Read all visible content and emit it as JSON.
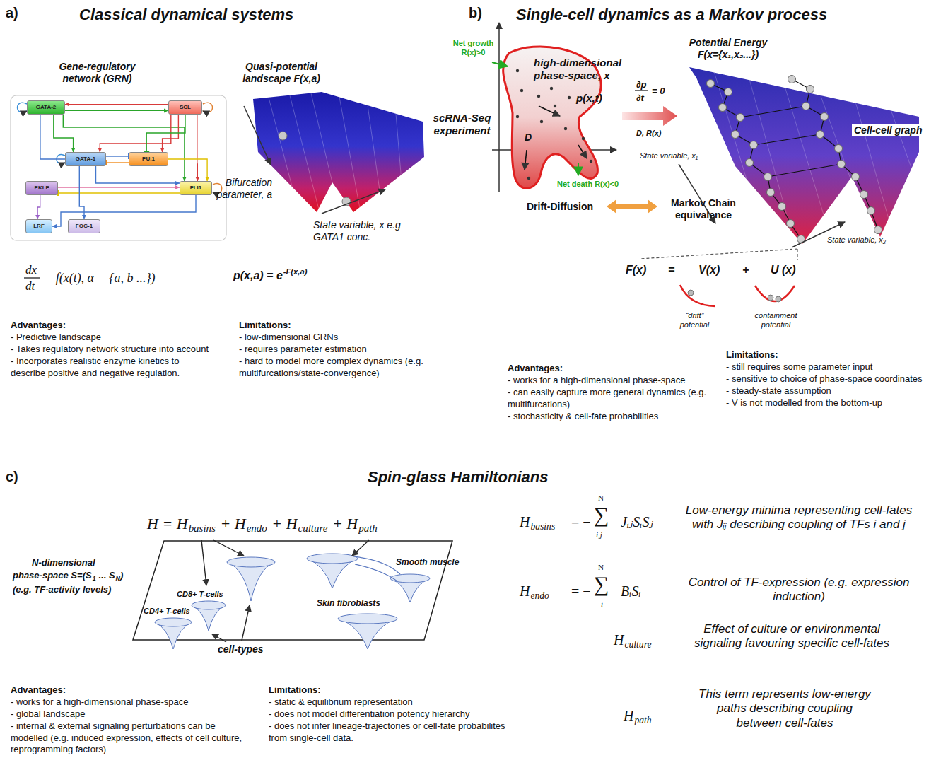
{
  "diagram": {
    "nodes": [
      {
        "text": [
          "GATA-2"
        ]
      },
      {
        "text": [
          "SCL"
        ]
      },
      {
        "text": [
          "GATA-1"
        ]
      },
      {
        "text": [
          "PU.1"
        ]
      },
      {
        "text": [
          "EKLF"
        ]
      },
      {
        "text": [
          "FLI1"
        ]
      },
      {
        "text": [
          "LRF"
        ]
      },
      {
        "text": [
          "FOG-1"
        ]
      }
    ],
    "edges": [
      {
        "from": 0,
        "to": 1,
        "arrow": "to"
      },
      {
        "from": 1,
        "to": 0,
        "arrow": "to"
      },
      {
        "from": 0,
        "to": 2,
        "arrow": "to"
      },
      {
        "from": 2,
        "to": 0,
        "arrow": "to"
      },
      {
        "from": 0,
        "to": 5,
        "arrow": "to"
      },
      {
        "from": 1,
        "to": 2,
        "arrow": "to"
      },
      {
        "from": 1,
        "to": 3,
        "arrow": "to"
      },
      {
        "from": 1,
        "to": 3,
        "arrow": "to"
      },
      {
        "from": 1,
        "to": 5,
        "arrow": "to"
      },
      {
        "from": 2,
        "to": 3,
        "arrow": "to"
      },
      {
        "from": 3,
        "to": 2,
        "arrow": "to"
      },
      {
        "from": 3,
        "to": 5,
        "arrow": "to"
      },
      {
        "from": 2,
        "to": 5,
        "arrow": "to"
      },
      {
        "from": 4,
        "to": 5,
        "arrow": "to"
      },
      {
        "from": 5,
        "to": 4,
        "arrow": "to"
      },
      {
        "from": 4,
        "to": 6,
        "arrow": "to"
      },
      {
        "from": 2,
        "to": 7,
        "arrow": "to"
      },
      {
        "from": 5,
        "to": 6,
        "arrow": "to"
      }
    ],
    "labels": [
      "a)",
      "Classical dynamical systems",
      "Gene-regulatory network (GRN)",
      "Quasi-potential landscape F(x,a)",
      "Bifurcation parameter, a",
      "State variable, x e.g GATA1 conc.",
      "dx",
      "dt",
      "= f(x(t), α = {a, b ...})",
      "p(x,a) = e",
      "-F(x,a)",
      "Advantages:",
      "- Predictive landscape",
      "- Takes regulatory network structure into account",
      "- Incorporates realistic enzyme kinetics to describe positive and negative regulation.",
      "Limitations:",
      "- low-dimensional GRNs",
      "- requires parameter estimation",
      "- hard to model more complex dynamics (e.g. multifurcations/state-convergence)",
      "b)",
      "Single-cell dynamics as a Markov process",
      "Net growth R(x)>0",
      "high-dimensional phase-space, x",
      "p(x,t)",
      "scRNA-Seq experiment",
      "D",
      "Net death R(x)<0",
      "Drift-Diffusion",
      "Markov Chain equivalence",
      "∂p",
      "∂t",
      "= 0",
      "D, R(x)",
      "Potential Energy F(x={x₁,x₂...})",
      "Cell-cell graph",
      "State variable, x₁",
      "State variable, x₂",
      "F(x)",
      "=",
      "V(x)",
      "+",
      "U (x)",
      "“drift” potential",
      "containment potential",
      "Advantages:",
      "- works for a high-dimensional phase-space",
      "- can easily capture more general dynamics (e.g. multifurcations)",
      "- stochasticity & cell-fate probabilities",
      "Limitations:",
      "- still requires some parameter input",
      "- sensitive to choice of phase-space coordinates",
      "- steady-state assumption",
      "- V is not modelled from the bottom-up",
      "c)",
      "Spin-glass Hamiltonians",
      "H = H",
      "basins",
      "+ H",
      "endo",
      "+ H",
      "culture",
      "+ H",
      "path",
      "N-dimensional",
      "phase-space S=(S",
      "1",
      "... S",
      "N",
      ")",
      "(e.g. TF-activity levels)",
      "CD8+ T-cells",
      "CD4+ T-cells",
      "cell-types",
      "Smooth muscle",
      "Skin fibroblasts",
      "Advantages:",
      "- works for a high-dimensional phase-space",
      "- global landscape",
      "- internal & external signaling perturbations can be modelled (e.g. induced expression, effects of cell culture, reprogramming factors)",
      "Limitations:",
      "- static & equilibrium representation",
      "- does not model differentiation potency hierarchy",
      "- does not infer lineage-trajectories or cell-fate probabilites from single-cell data.",
      "H",
      "basins",
      "= −",
      "N",
      "∑",
      "i,j",
      "JᵢⱼSᵢSⱼ",
      "Low-energy minima representing cell-fates with Jᵢⱼ describing coupling of TFs i and j",
      "H",
      "endo",
      "= −",
      "N",
      "∑",
      "i",
      "BᵢSᵢ",
      "Control of TF-expression (e.g. expression induction)",
      "H",
      "culture",
      "Effect of culture or environmental signaling favouring specific cell-fates",
      "H",
      "path",
      "This term represents low-energy paths describing coupling between cell-fates"
    ]
  }
}
